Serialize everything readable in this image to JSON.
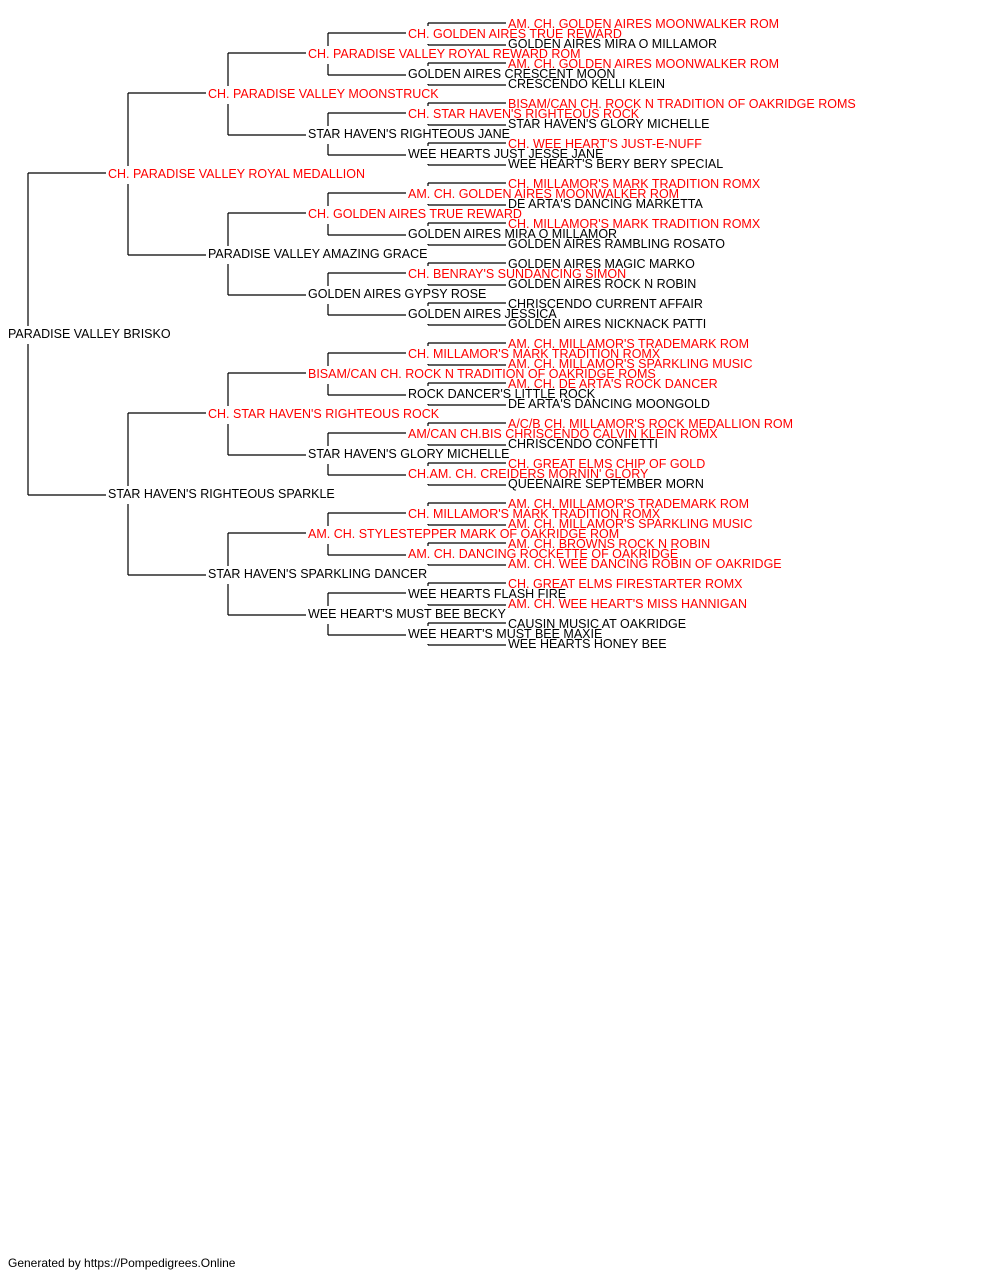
{
  "colors": {
    "champion": "#ff0000",
    "regular": "#000000",
    "line": "#000000"
  },
  "footer": "Generated by https://Pompedigrees.Online",
  "pedigree": {
    "name": "PARADISE VALLEY BRISKO",
    "champion": false,
    "sire": {
      "name": "CH. PARADISE VALLEY ROYAL MEDALLION",
      "champion": true,
      "sire": {
        "name": "CH. PARADISE VALLEY MOONSTRUCK",
        "champion": true,
        "sire": {
          "name": "CH. PARADISE VALLEY ROYAL REWARD ROM",
          "champion": true,
          "sire": {
            "name": "CH. GOLDEN AIRES TRUE REWARD",
            "champion": true,
            "sire": {
              "name": "AM. CH. GOLDEN AIRES MOONWALKER ROM",
              "champion": true
            },
            "dam": {
              "name": "GOLDEN AIRES MIRA O MILLAMOR",
              "champion": false
            }
          },
          "dam": {
            "name": "GOLDEN AIRES CRESCENT MOON",
            "champion": false,
            "sire": {
              "name": "AM. CH. GOLDEN AIRES MOONWALKER ROM",
              "champion": true
            },
            "dam": {
              "name": "CRESCENDO KELLI KLEIN",
              "champion": false
            }
          }
        },
        "dam": {
          "name": "STAR HAVEN'S RIGHTEOUS JANE",
          "champion": false,
          "sire": {
            "name": "CH. STAR HAVEN'S RIGHTEOUS ROCK",
            "champion": true,
            "sire": {
              "name": "BISAM/CAN CH. ROCK N TRADITION OF OAKRIDGE ROMS",
              "champion": true
            },
            "dam": {
              "name": "STAR HAVEN'S GLORY MICHELLE",
              "champion": false
            }
          },
          "dam": {
            "name": "WEE HEARTS JUST JESSE JANE",
            "champion": false,
            "sire": {
              "name": "CH. WEE HEART'S JUST-E-NUFF",
              "champion": true
            },
            "dam": {
              "name": "WEE HEART'S BERY BERY SPECIAL",
              "champion": false
            }
          }
        }
      },
      "dam": {
        "name": "PARADISE VALLEY AMAZING GRACE",
        "champion": false,
        "sire": {
          "name": "CH. GOLDEN AIRES TRUE REWARD",
          "champion": true,
          "sire": {
            "name": "AM. CH. GOLDEN AIRES MOONWALKER ROM",
            "champion": true,
            "sire": {
              "name": "CH. MILLAMOR'S MARK TRADITION ROMX",
              "champion": true
            },
            "dam": {
              "name": "DE ARTA'S DANCING MARKETTA",
              "champion": false
            }
          },
          "dam": {
            "name": "GOLDEN AIRES MIRA O MILLAMOR",
            "champion": false,
            "sire": {
              "name": "CH. MILLAMOR'S MARK TRADITION ROMX",
              "champion": true
            },
            "dam": {
              "name": "GOLDEN AIRES RAMBLING ROSATO",
              "champion": false
            }
          }
        },
        "dam": {
          "name": "GOLDEN AIRES GYPSY ROSE",
          "champion": false,
          "sire": {
            "name": "CH. BENRAY'S SUNDANCING SIMON",
            "champion": true,
            "sire": {
              "name": "GOLDEN AIRES MAGIC MARKO",
              "champion": false
            },
            "dam": {
              "name": "GOLDEN AIRES ROCK N ROBIN",
              "champion": false
            }
          },
          "dam": {
            "name": "GOLDEN AIRES JESSICA",
            "champion": false,
            "sire": {
              "name": "CHRISCENDO CURRENT AFFAIR",
              "champion": false
            },
            "dam": {
              "name": "GOLDEN AIRES NICKNACK PATTI",
              "champion": false
            }
          }
        }
      }
    },
    "dam": {
      "name": "STAR HAVEN'S RIGHTEOUS SPARKLE",
      "champion": false,
      "sire": {
        "name": "CH. STAR HAVEN'S RIGHTEOUS ROCK",
        "champion": true,
        "sire": {
          "name": "BISAM/CAN CH. ROCK N TRADITION OF OAKRIDGE ROMS",
          "champion": true,
          "sire": {
            "name": "CH. MILLAMOR'S MARK TRADITION ROMX",
            "champion": true,
            "sire": {
              "name": "AM. CH. MILLAMOR'S TRADEMARK ROM",
              "champion": true
            },
            "dam": {
              "name": "AM. CH. MILLAMOR'S SPARKLING MUSIC",
              "champion": true
            }
          },
          "dam": {
            "name": "ROCK DANCER'S LITTLE ROCK",
            "champion": false,
            "sire": {
              "name": "AM. CH. DE ARTA'S ROCK DANCER",
              "champion": true
            },
            "dam": {
              "name": "DE ARTA'S DANCING MOONGOLD",
              "champion": false
            }
          }
        },
        "dam": {
          "name": "STAR HAVEN'S GLORY MICHELLE",
          "champion": false,
          "sire": {
            "name": "AM/CAN CH.BIS CHRISCENDO CALVIN KLEIN ROMX",
            "champion": true,
            "sire": {
              "name": "A/C/B CH. MILLAMOR'S ROCK MEDALLION ROM",
              "champion": true
            },
            "dam": {
              "name": "CHRISCENDO CONFETTI",
              "champion": false
            }
          },
          "dam": {
            "name": "CH.AM. CH. CREIDERS MORNIN' GLORY",
            "champion": true,
            "sire": {
              "name": "CH. GREAT ELMS CHIP OF GOLD",
              "champion": true
            },
            "dam": {
              "name": "QUEENAIRE SEPTEMBER MORN",
              "champion": false
            }
          }
        }
      },
      "dam": {
        "name": "STAR HAVEN'S SPARKLING DANCER",
        "champion": false,
        "sire": {
          "name": "AM. CH. STYLESTEPPER MARK OF OAKRIDGE ROM",
          "champion": true,
          "sire": {
            "name": "CH. MILLAMOR'S MARK TRADITION ROMX",
            "champion": true,
            "sire": {
              "name": "AM. CH. MILLAMOR'S TRADEMARK ROM",
              "champion": true
            },
            "dam": {
              "name": "AM. CH. MILLAMOR'S SPARKLING MUSIC",
              "champion": true
            }
          },
          "dam": {
            "name": "AM. CH. DANCING ROCKETTE OF OAKRIDGE",
            "champion": true,
            "sire": {
              "name": "AM. CH. BROWNS ROCK N ROBIN",
              "champion": true
            },
            "dam": {
              "name": "AM. CH. WEE DANCING ROBIN OF OAKRIDGE",
              "champion": true
            }
          }
        },
        "dam": {
          "name": "WEE HEART'S MUST BEE BECKY",
          "champion": false,
          "sire": {
            "name": "WEE HEARTS FLASH FIRE",
            "champion": false,
            "sire": {
              "name": "CH. GREAT ELMS FIRESTARTER ROMX",
              "champion": true
            },
            "dam": {
              "name": "AM. CH. WEE HEART'S MISS HANNIGAN",
              "champion": true
            }
          },
          "dam": {
            "name": "WEE HEART'S MUST BEE MAXIE",
            "champion": false,
            "sire": {
              "name": "CAUSIN MUSIC AT OAKRIDGE",
              "champion": false
            },
            "dam": {
              "name": "WEE HEARTS HONEY BEE",
              "champion": false
            }
          }
        }
      }
    }
  }
}
